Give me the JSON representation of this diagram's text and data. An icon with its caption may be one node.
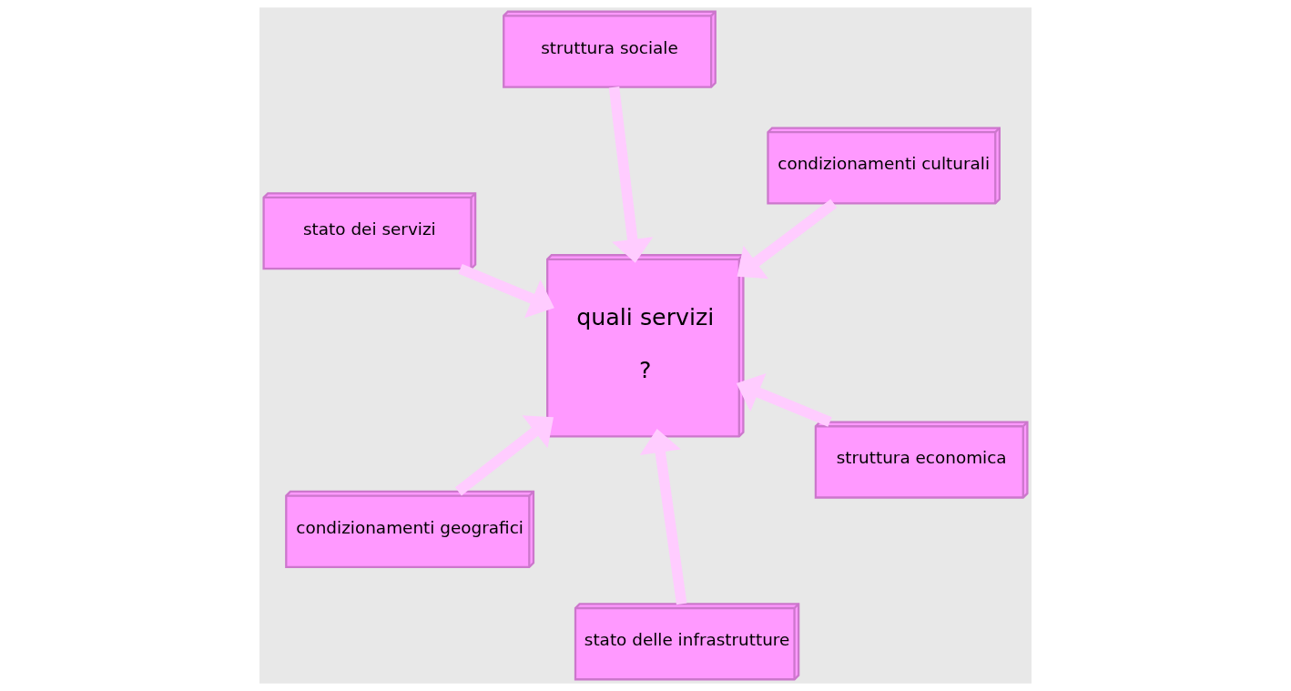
{
  "diagram": {
    "nodes": [
      {
        "text": [
          "stato dei servizi"
        ]
      },
      {
        "text": [
          "struttura economica"
        ]
      },
      {
        "text": [
          "stato delle infrastrutture"
        ]
      },
      {
        "text": [
          "quali servizi",
          "?"
        ]
      },
      {
        "text": [
          "condizionamenti culturali"
        ]
      },
      {
        "text": [
          "struttura sociale"
        ]
      },
      {
        "text": [
          "condizionamenti geografici"
        ]
      }
    ],
    "edges": [
      {
        "from": 0,
        "to": 3,
        "arrow": "to"
      },
      {
        "from": 1,
        "to": 3,
        "arrow": "to"
      },
      {
        "from": 2,
        "to": 3,
        "arrow": "to"
      },
      {
        "from": 4,
        "to": 3,
        "arrow": "to"
      },
      {
        "from": 5,
        "to": 3,
        "arrow": "to"
      },
      {
        "from": 6,
        "to": 3,
        "arrow": "to"
      }
    ]
  }
}
